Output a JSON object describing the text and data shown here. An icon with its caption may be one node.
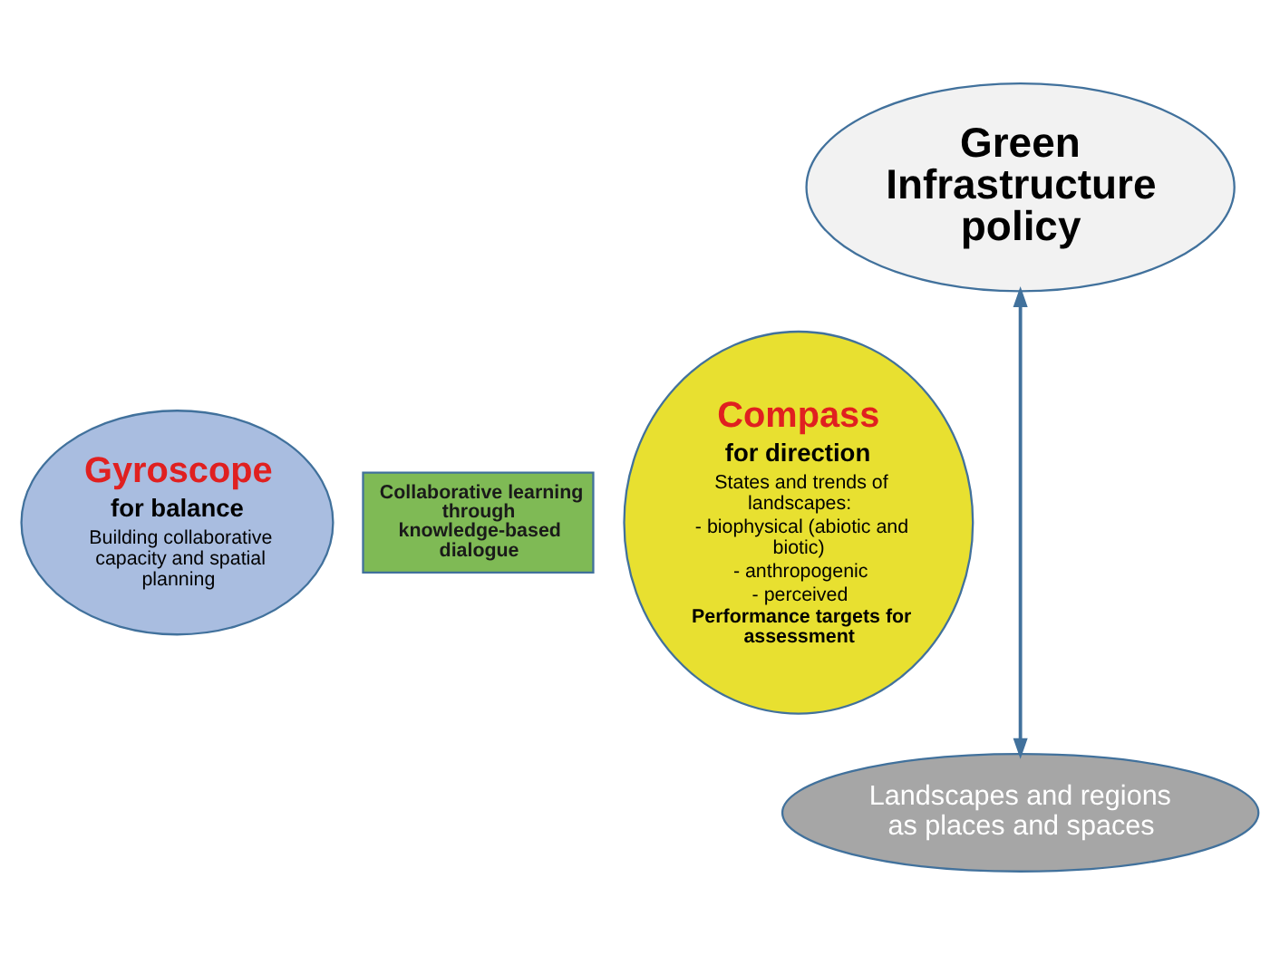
{
  "diagram": {
    "nodes": [
      {
        "text": [
          "Green Infrastructure policy"
        ]
      },
      {
        "text": [
          "Gyroscope",
          "for balance",
          "Building collaborative capacity and spatial planning"
        ]
      },
      {
        "text": [
          "Collaborative learning through knowledge-based dialogue"
        ]
      },
      {
        "text": [
          "Compass",
          "for direction",
          "States and trends of landscapes:",
          "- biophysical (abiotic and biotic)",
          "- anthropogenic",
          "- perceived",
          "Performance targets for assessment"
        ]
      },
      {
        "text": [
          "Landscapes and regions as places and spaces"
        ]
      }
    ],
    "edges": [
      {
        "from": 0,
        "to": 4,
        "arrow": "both"
      }
    ]
  }
}
